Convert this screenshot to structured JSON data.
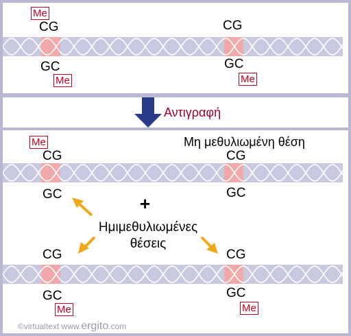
{
  "labels": {
    "me": "Me",
    "cg": "CG",
    "gc": "GC",
    "replication": "Αντιγραφή",
    "unmethylated_site": "Μη μεθυλιωμένη θέση",
    "plus": "+",
    "hemimethylated_line1": "Ημιμεθυλιωμένες",
    "hemimethylated_line2": "θέσεις"
  },
  "credit": {
    "prefix": "©virtualtext  www.",
    "brand": "ergito",
    "suffix": ".com"
  },
  "colors": {
    "background": "#b8b8d2",
    "helix_band": "#c8c8e0",
    "site_highlight": "#f0a8a8",
    "methyl_red": "#c00020",
    "replication_arrow": "#2a3a8a",
    "pointer_arrow": "#f0a818"
  }
}
